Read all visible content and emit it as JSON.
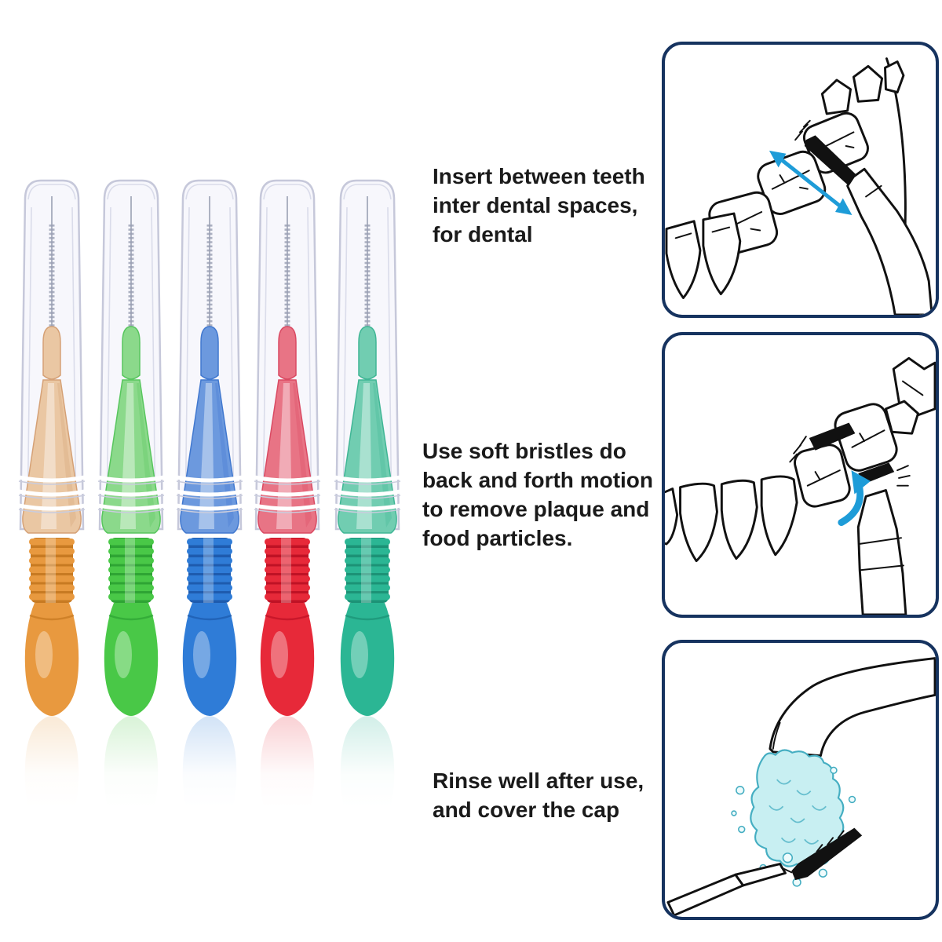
{
  "title": "Interdental brush usage infographic",
  "colors": {
    "background": "#FFFFFF",
    "panel_border": "#16335F",
    "arrow_blue": "#1E9CD8",
    "water_fill": "#C8EFF2",
    "water_edge": "#45AEC2",
    "outline_black": "#111111",
    "text": "#1A1A1A",
    "cap_tint": "#C6C8DA",
    "wire": "#9AA0B4"
  },
  "brushes": {
    "count": 5,
    "items": [
      {
        "name": "orange",
        "vars": {
          "main": "#E8993F",
          "light": "#F6C883",
          "dark": "#C77A22",
          "pale": "#EAC7A3",
          "pedge": "#D5A176"
        }
      },
      {
        "name": "green",
        "vars": {
          "main": "#49C847",
          "light": "#92E680",
          "dark": "#2EA434",
          "pale": "#8BD98B",
          "pedge": "#58C65E"
        }
      },
      {
        "name": "blue",
        "vars": {
          "main": "#2F7CD7",
          "light": "#73ABEE",
          "dark": "#1E5BAE",
          "pale": "#6C99DE",
          "pedge": "#4178CF"
        }
      },
      {
        "name": "red",
        "vars": {
          "main": "#E72939",
          "light": "#F66F7A",
          "dark": "#BF1225",
          "pale": "#E87485",
          "pedge": "#DA4A63"
        }
      },
      {
        "name": "teal",
        "vars": {
          "main": "#2BB694",
          "light": "#71DABB",
          "dark": "#1C9276",
          "pale": "#71CDB1",
          "pedge": "#40B695"
        }
      }
    ]
  },
  "instructions": [
    {
      "id": "insert",
      "text": "Insert between teeth\ninter dental spaces,\nfor dental"
    },
    {
      "id": "motion",
      "text": "Use soft bristles do\nback and forth motion\nto remove plaque and\nfood particles."
    },
    {
      "id": "rinse",
      "text": "Rinse well after use,\nand cover the cap"
    }
  ]
}
